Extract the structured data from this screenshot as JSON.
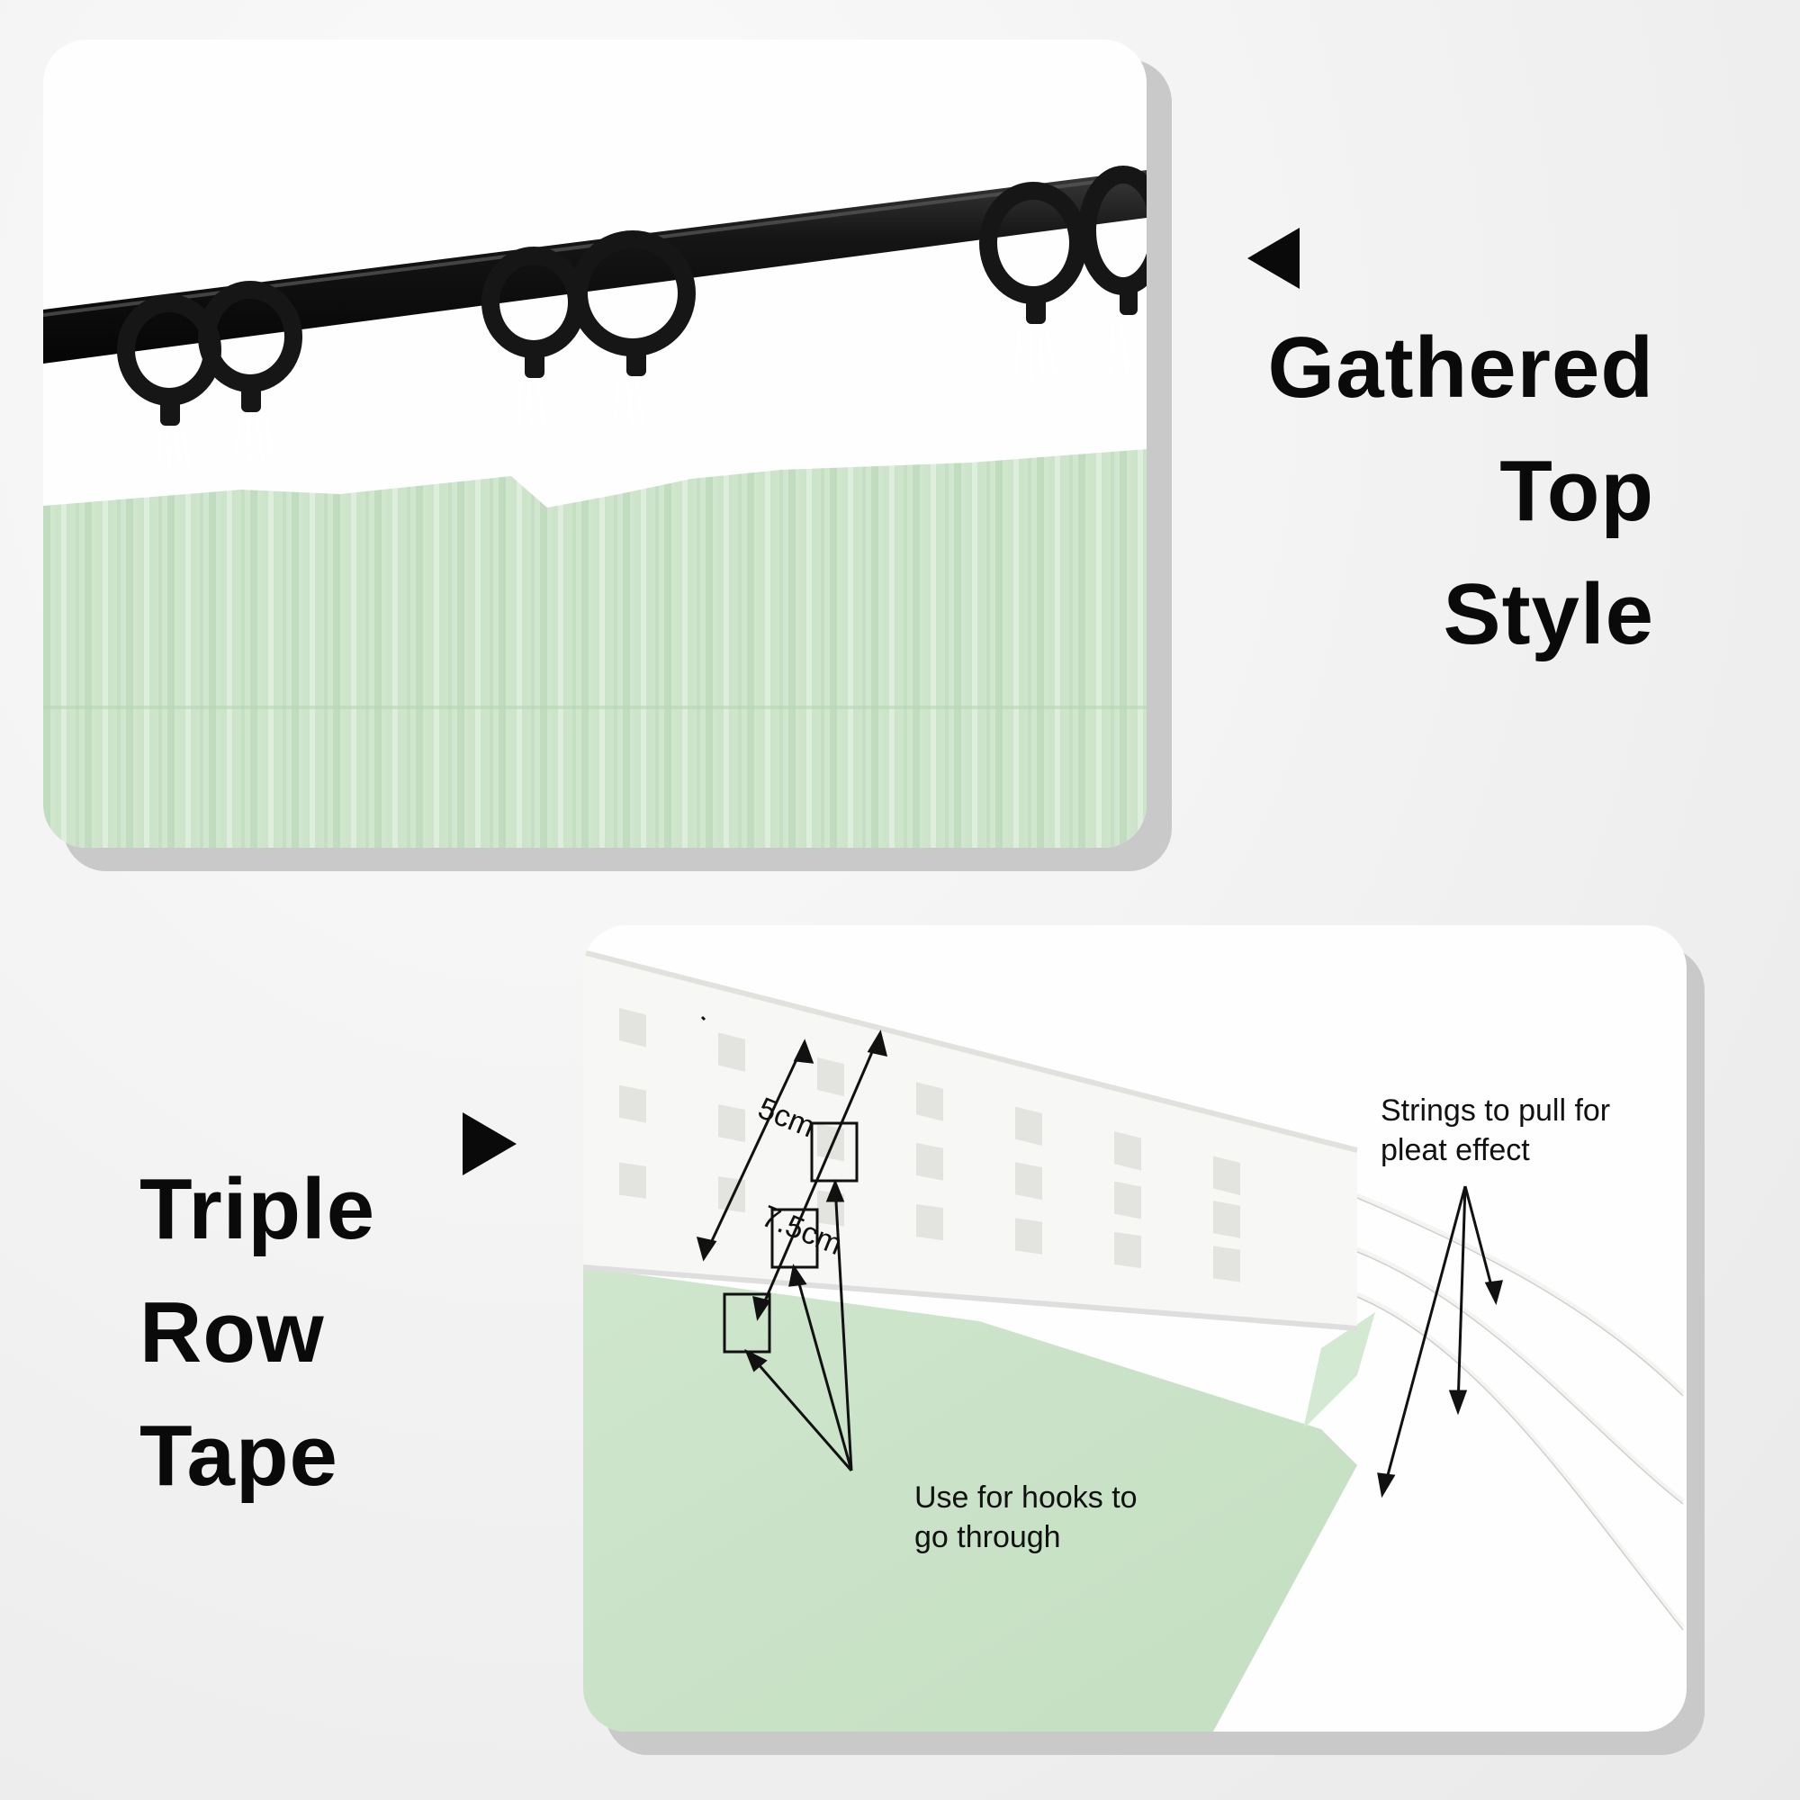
{
  "top_panel": {
    "heading_lines": [
      "Gathered",
      "Top",
      "Style"
    ],
    "pointer_icon": "triangle-left-icon",
    "curtain_color": "#cfe5cd",
    "rod_color": "#111111"
  },
  "bottom_panel": {
    "heading_lines": [
      "Triple",
      "Row",
      "Tape"
    ],
    "pointer_icon": "triangle-right-icon",
    "dimension_inner": "5cm",
    "dimension_outer": "7.5cm",
    "strings_note_lines": [
      "Strings to pull for",
      "pleat effect"
    ],
    "hooks_note_lines": [
      "Use for hooks to",
      "go through"
    ],
    "curtain_color": "#cfe5cd",
    "tape_color": "#f7f7f5"
  }
}
